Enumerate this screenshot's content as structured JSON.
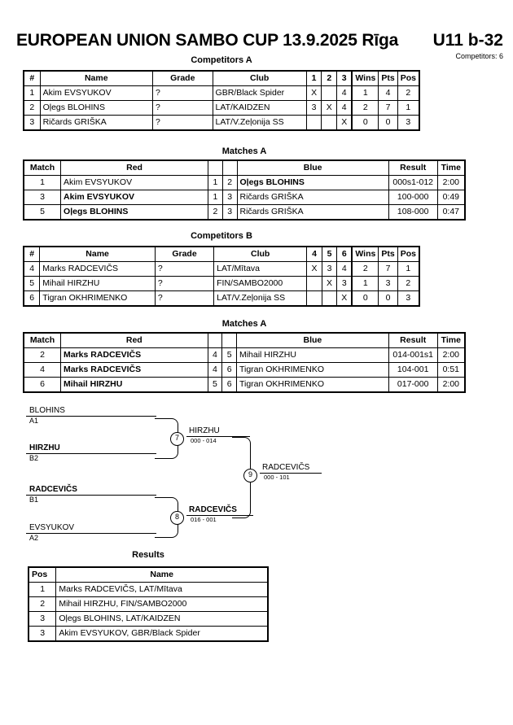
{
  "header": {
    "title": "EUROPEAN UNION SAMBO CUP  13.9.2025  Rīga",
    "category": "U11 b-32",
    "competitors_label": "Competitors: 6"
  },
  "captions": {
    "competitors_a": "Competitors A",
    "matches_a": "Matches A",
    "competitors_b": "Competitors B",
    "matches_b": "Matches A",
    "results": "Results"
  },
  "competitors_table": {
    "headers": [
      "#",
      "Name",
      "Grade",
      "Club",
      "Wins",
      "Pts",
      "Pos"
    ],
    "group_a": {
      "opponent_headers": [
        "1",
        "2",
        "3"
      ],
      "rows": [
        {
          "num": "1",
          "name": "Akim EVSYUKOV",
          "grade": "?",
          "club": "GBR/Black Spider",
          "cells": [
            "X",
            "",
            "4"
          ],
          "wins": "1",
          "pts": "4",
          "pos": "2"
        },
        {
          "num": "2",
          "name": "Oļegs BLOHINS",
          "grade": "?",
          "club": "LAT/KAIDZEN",
          "cells": [
            "3",
            "X",
            "4"
          ],
          "wins": "2",
          "pts": "7",
          "pos": "1"
        },
        {
          "num": "3",
          "name": "Ričards GRIŠKA",
          "grade": "?",
          "club": "LAT/V.Zeļonija SS",
          "cells": [
            "",
            "",
            "X"
          ],
          "wins": "0",
          "pts": "0",
          "pos": "3"
        }
      ]
    },
    "group_b": {
      "opponent_headers": [
        "4",
        "5",
        "6"
      ],
      "rows": [
        {
          "num": "4",
          "name": "Marks RADCEVIČS",
          "grade": "?",
          "club": "LAT/Mītava",
          "cells": [
            "X",
            "3",
            "4"
          ],
          "wins": "2",
          "pts": "7",
          "pos": "1"
        },
        {
          "num": "5",
          "name": "Mihail HIRZHU",
          "grade": "?",
          "club": "FIN/SAMBO2000",
          "cells": [
            "",
            "X",
            "3"
          ],
          "wins": "1",
          "pts": "3",
          "pos": "2"
        },
        {
          "num": "6",
          "name": "Tigran OKHRIMENKO",
          "grade": "?",
          "club": "LAT/V.Zeļonija SS",
          "cells": [
            "",
            "",
            "X"
          ],
          "wins": "0",
          "pts": "0",
          "pos": "3"
        }
      ]
    }
  },
  "matches_table": {
    "headers": [
      "Match",
      "Red",
      "Blue",
      "Result",
      "Time"
    ],
    "group_a": [
      {
        "match": "1",
        "red": "Akim EVSYUKOV",
        "red_bold": false,
        "red_num": "1",
        "blue_num": "2",
        "blue": "Oļegs BLOHINS",
        "blue_bold": true,
        "result": "000s1-012",
        "time": "2:00"
      },
      {
        "match": "3",
        "red": "Akim EVSYUKOV",
        "red_bold": true,
        "red_num": "1",
        "blue_num": "3",
        "blue": "Ričards GRIŠKA",
        "blue_bold": false,
        "result": "100-000",
        "time": "0:49"
      },
      {
        "match": "5",
        "red": "Oļegs BLOHINS",
        "red_bold": true,
        "red_num": "2",
        "blue_num": "3",
        "blue": "Ričards GRIŠKA",
        "blue_bold": false,
        "result": "108-000",
        "time": "0:47"
      }
    ],
    "group_b": [
      {
        "match": "2",
        "red": "Marks RADCEVIČS",
        "red_bold": true,
        "red_num": "4",
        "blue_num": "5",
        "blue": "Mihail HIRZHU",
        "blue_bold": false,
        "result": "014-001s1",
        "time": "2:00"
      },
      {
        "match": "4",
        "red": "Marks RADCEVIČS",
        "red_bold": true,
        "red_num": "4",
        "blue_num": "6",
        "blue": "Tigran OKHRIMENKO",
        "blue_bold": false,
        "result": "104-001",
        "time": "0:51"
      },
      {
        "match": "6",
        "red": "Mihail HIRZHU",
        "red_bold": true,
        "red_num": "5",
        "blue_num": "6",
        "blue": "Tigran OKHRIMENKO",
        "blue_bold": false,
        "result": "017-000",
        "time": "2:00"
      }
    ]
  },
  "bracket": {
    "entrants": [
      {
        "name": "BLOHINS",
        "seed": "A1",
        "bold": false
      },
      {
        "name": "HIRZHU",
        "seed": "B2",
        "bold": true
      },
      {
        "name": "RADCEVIČS",
        "seed": "B1",
        "bold": true
      },
      {
        "name": "EVSYUKOV",
        "seed": "A2",
        "bold": false
      }
    ],
    "nodes": [
      {
        "number": "7",
        "winner": "HIRZHU",
        "score": "000 - 014",
        "bold": false
      },
      {
        "number": "8",
        "winner": "RADCEVIČS",
        "score": "016 - 001",
        "bold": true
      },
      {
        "number": "9",
        "winner": "RADCEVIČS",
        "score": "000 - 101",
        "bold": false
      }
    ]
  },
  "results_table": {
    "headers": [
      "Pos",
      "Name"
    ],
    "rows": [
      {
        "pos": "1",
        "name": "Marks RADCEVIČS, LAT/Mītava"
      },
      {
        "pos": "2",
        "name": "Mihail HIRZHU, FIN/SAMBO2000"
      },
      {
        "pos": "3",
        "name": "Oļegs BLOHINS, LAT/KAIDZEN"
      },
      {
        "pos": "3",
        "name": "Akim EVSYUKOV, GBR/Black Spider"
      }
    ]
  }
}
